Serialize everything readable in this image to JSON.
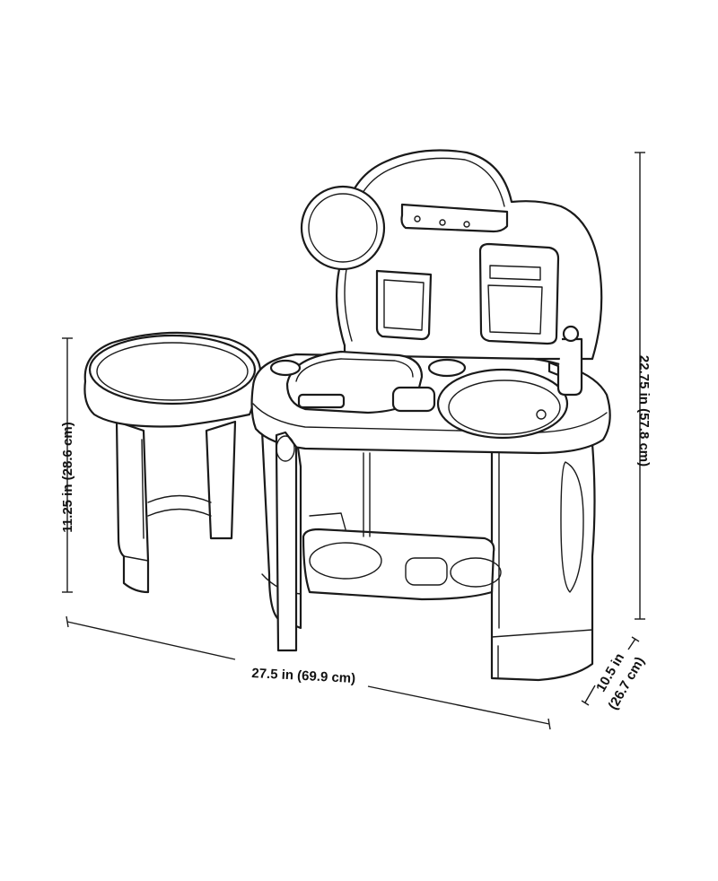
{
  "dimensions": {
    "height_total": "22.75 in (57.8 cm)",
    "height_stool": "11.25 in (28.6 cm)",
    "width": "27.5 in (69.9 cm)",
    "depth_line1": "10.5 in",
    "depth_line2": "(26.7 cm)"
  },
  "colors": {
    "line": "#1a1a1a",
    "background": "#ffffff"
  }
}
